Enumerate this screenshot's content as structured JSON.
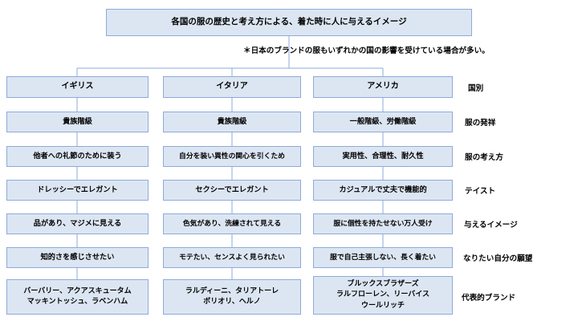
{
  "diagram": {
    "type": "comparison-tree",
    "title_box": "各国の服の歴史と考え方による、着た時に人に与えるイメージ",
    "footnote": "＊日本のブランドの服もいずれかの国の影響を受けている場合が多い。",
    "row_labels": [
      "国別",
      "服の発祥",
      "服の考え方",
      "テイスト",
      "与えるイメージ",
      "なりたい自分の願望",
      "代表的ブランド"
    ],
    "columns": [
      {
        "country": "イギリス",
        "cells": [
          "貴族階級",
          "他者への礼節のために装う",
          "ドレッシーでエレガント",
          "品があり、マジメに見える",
          "知的さを感じさせたい",
          "バーバリー、アクアスキュータム\nマッキントッシュ、ラベンハム"
        ]
      },
      {
        "country": "イタリア",
        "cells": [
          "貴族階級",
          "自分を装い異性の関心を引くため",
          "セクシーでエレガント",
          "色気があり、洗練されて見える",
          "モテたい、センスよく見られたい",
          "ラルディーニ、タリアトーレ\nボリオリ、ヘルノ"
        ]
      },
      {
        "country": "アメリカ",
        "cells": [
          "一般階級、労働階級",
          "実用性、合理性、耐久性",
          "カジュアルで丈夫で機能的",
          "服に個性を持たせない万人受け",
          "服で自己主張しない、長く着たい",
          "ブルックスブラザーズ\nラルフローレン、リーバイス\nウールリッチ"
        ]
      }
    ],
    "colors": {
      "box_fill": "#dce6f2",
      "box_border": "#8eaadc",
      "connector": "#8eaadc",
      "text": "#000000",
      "background": "#ffffff"
    }
  }
}
